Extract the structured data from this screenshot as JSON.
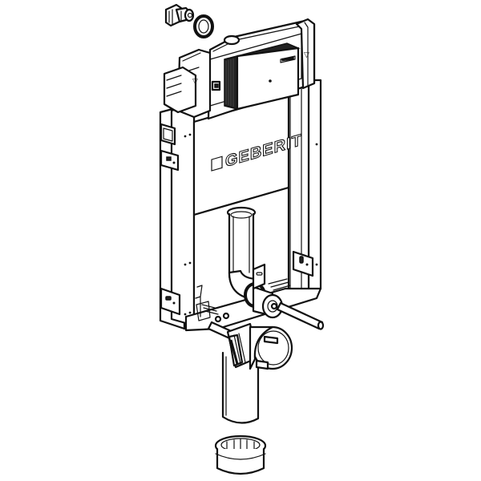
{
  "illustration": {
    "subject": "Geberit concealed cistern installation frame with drain elbow and connector",
    "brand_logo_text": "GEBERIT",
    "colors": {
      "line": "#111111",
      "fill": "#ffffff",
      "shading": "#222222",
      "background": "#ffffff"
    },
    "parts": [
      "water-supply-valve",
      "sealing-ring",
      "cistern",
      "actuator-cover-plate",
      "frame",
      "flush-pipe",
      "drain-elbow",
      "connector-rod",
      "drain-pipe",
      "pipe-connector"
    ]
  }
}
